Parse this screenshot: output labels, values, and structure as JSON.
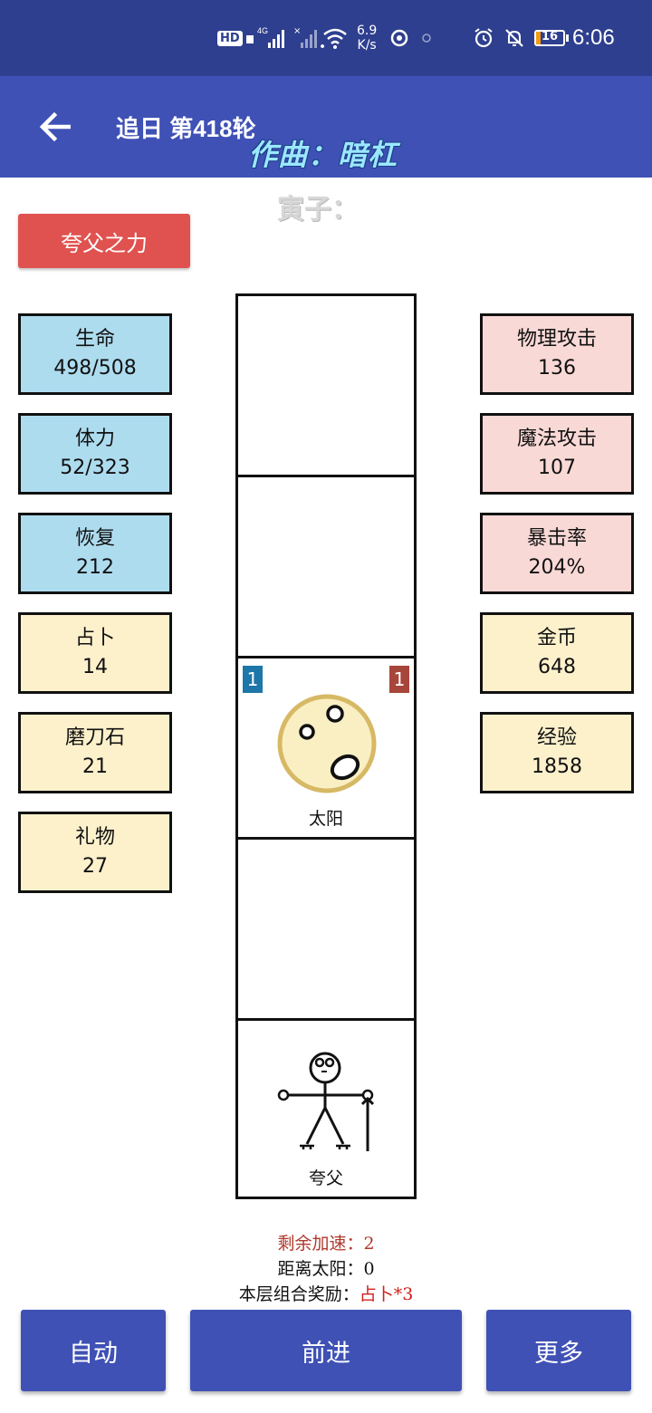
{
  "status_bar": {
    "hd_label": "HD",
    "network": "4G",
    "speed_value": "6.9",
    "speed_unit": "K/s",
    "battery_level": "16",
    "battery_fraction": 0.16,
    "time": "6:06",
    "icons": [
      "hd-icon",
      "signal-icon",
      "no-signal-icon",
      "wifi-icon",
      "hotspot-icon",
      "alarm-icon",
      "mute-icon",
      "battery-icon"
    ],
    "background": "#2e3f8f"
  },
  "app_bar": {
    "title": "追日 第418轮",
    "background": "#3f51b5"
  },
  "overlay": {
    "composer": "作曲：暗杠",
    "lyric": "寅子："
  },
  "power_button": {
    "label": "夸父之力",
    "color": "#e0524f"
  },
  "stats_left": [
    {
      "label": "生命",
      "value": "498/508",
      "color": "blue"
    },
    {
      "label": "体力",
      "value": "52/323",
      "color": "blue"
    },
    {
      "label": "恢复",
      "value": "212",
      "color": "blue"
    },
    {
      "label": "占卜",
      "value": "14",
      "color": "yellow"
    },
    {
      "label": "磨刀石",
      "value": "21",
      "color": "yellow"
    },
    {
      "label": "礼物",
      "value": "27",
      "color": "yellow"
    }
  ],
  "stats_right": [
    {
      "label": "物理攻击",
      "value": "136",
      "color": "pink"
    },
    {
      "label": "魔法攻击",
      "value": "107",
      "color": "pink"
    },
    {
      "label": "暴击率",
      "value": "204%",
      "color": "pink"
    },
    {
      "label": "金币",
      "value": "648",
      "color": "yellow"
    },
    {
      "label": "经验",
      "value": "1858",
      "color": "yellow"
    }
  ],
  "tower": {
    "sun": {
      "label": "太阳",
      "badge_left": "1",
      "badge_right": "1"
    },
    "player": {
      "label": "夸父"
    }
  },
  "info": {
    "boost_label": "剩余加速：",
    "boost_value": "2",
    "distance_label": "距离太阳：",
    "distance_value": "0",
    "reward_label": "本层组合奖励：",
    "reward_value": "占卜*3"
  },
  "buttons": {
    "auto": "自动",
    "forward": "前进",
    "more": "更多"
  }
}
